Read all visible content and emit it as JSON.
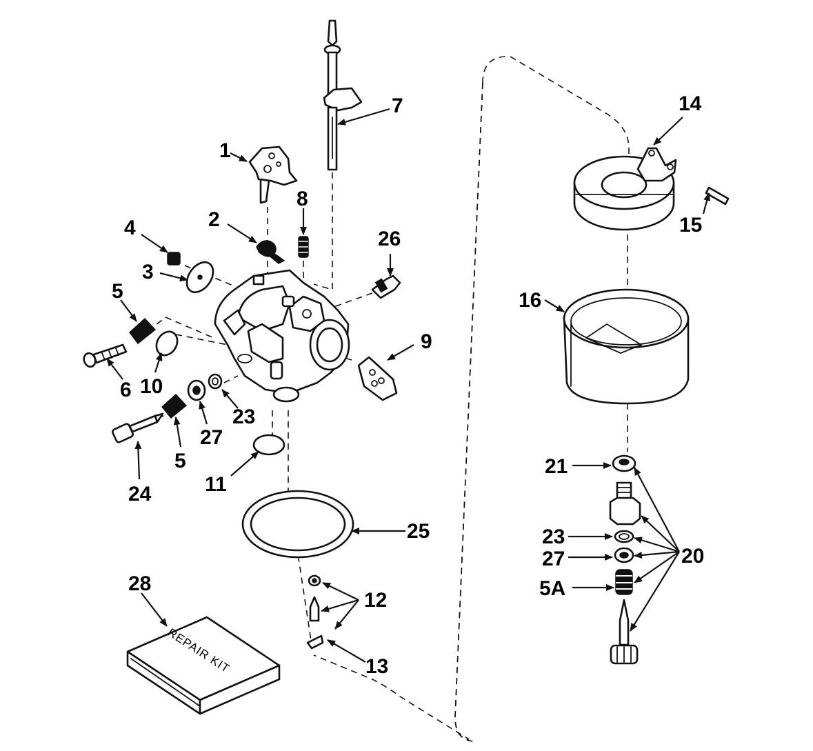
{
  "callouts": {
    "c1": "1",
    "c2": "2",
    "c3": "3",
    "c4": "4",
    "c5_top": "5",
    "c5_bottom": "5",
    "c6": "6",
    "c7": "7",
    "c8": "8",
    "c9": "9",
    "c10": "10",
    "c11": "11",
    "c12": "12",
    "c13": "13",
    "c14": "14",
    "c15": "15",
    "c16": "16",
    "c20": "20",
    "c21": "21",
    "c23_left": "23",
    "c23_right": "23",
    "c24": "24",
    "c25": "25",
    "c26": "26",
    "c27_left": "27",
    "c27_right": "27",
    "c28": "28",
    "c5a": "5A"
  },
  "repair_kit_label": "REPAIR KIT",
  "colors": {
    "ink": "#111111",
    "paper": "#ffffff"
  }
}
